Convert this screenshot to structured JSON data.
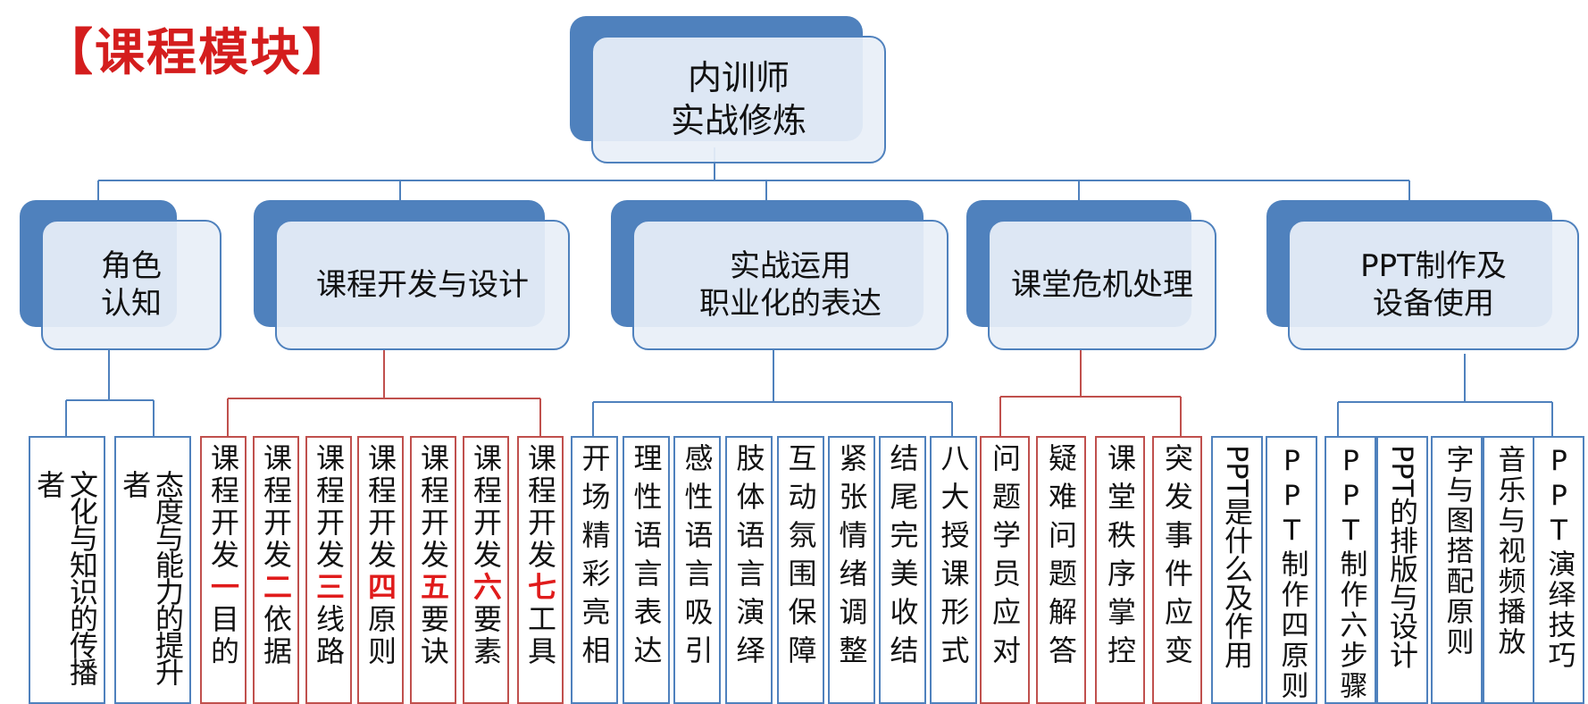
{
  "header": {
    "title": "【课程模块】"
  },
  "root": {
    "label": "内训师\n实战修炼"
  },
  "modules": [
    {
      "label": "角色\n认知"
    },
    {
      "label": "课程开发与设计"
    },
    {
      "label": "实战运用\n职业化的表达"
    },
    {
      "label": "课堂危机处理"
    },
    {
      "label": "PPT制作及\n设备使用"
    }
  ],
  "leaves": [
    {
      "text": "文化与知识的传播者"
    },
    {
      "text": "态度与能力的提升者"
    },
    {
      "prefix": "课程开发",
      "hl": "一",
      "suffix": "目的"
    },
    {
      "prefix": "课程开发",
      "hl": "二",
      "suffix": "依据"
    },
    {
      "prefix": "课程开发",
      "hl": "三",
      "suffix": "线路"
    },
    {
      "prefix": "课程开发",
      "hl": "四",
      "suffix": "原则"
    },
    {
      "prefix": "课程开发",
      "hl": "五",
      "suffix": "要诀"
    },
    {
      "prefix": "课程开发",
      "hl": "六",
      "suffix": "要素"
    },
    {
      "prefix": "课程开发",
      "hl": "七",
      "suffix": "工具"
    },
    {
      "text": "开场精彩亮相"
    },
    {
      "text": "理性语言表达"
    },
    {
      "text": "感性语言吸引"
    },
    {
      "text": "肢体语言演绎"
    },
    {
      "text": "互动氛围保障"
    },
    {
      "text": "紧张情绪调整"
    },
    {
      "text": "结尾完美收结"
    },
    {
      "text": "八大授课形式"
    },
    {
      "text": "问题学员应对"
    },
    {
      "text": "疑难问题解答"
    },
    {
      "text": "课堂秩序掌控"
    },
    {
      "text": "突发事件应变"
    },
    {
      "text": "PPT是什么及作用"
    },
    {
      "text": "PPT制作四原则"
    },
    {
      "text": "PPT制作六步骤"
    },
    {
      "text": "PPT的排版与设计"
    },
    {
      "text": "字与图搭配原则"
    },
    {
      "text": "音乐与视频播放"
    },
    {
      "text": "PPT演绎技巧"
    }
  ],
  "colors": {
    "blue": "#4f81bd",
    "red": "#c0504d",
    "highlight": "#e01b1b",
    "title": "#d41d1d"
  }
}
